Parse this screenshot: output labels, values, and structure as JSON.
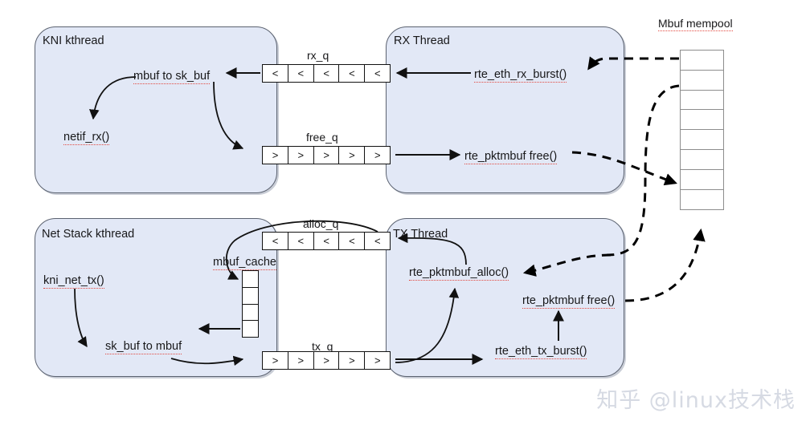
{
  "diagram": {
    "title_mempool": "Mbuf mempool",
    "watermark": "知乎 @linux技术栈",
    "colors": {
      "box_fill": "#e2e8f6",
      "box_stroke": "#5b6270",
      "cell_stroke": "#111111",
      "pool_cell_stroke": "#8d8d8d",
      "arrow_solid": "#111111",
      "arrow_dashed": "#000000",
      "spell_red": "#e2483f",
      "spell_green": "#3f9a49",
      "watermark": "#d6dae3"
    },
    "boxes": [
      {
        "id": "kni-kthread",
        "title": "KNI kthread"
      },
      {
        "id": "rx-thread",
        "title": "RX Thread"
      },
      {
        "id": "net-stack-kthread",
        "title": "Net Stack kthread"
      },
      {
        "id": "tx-thread",
        "title": "TX Thread"
      }
    ],
    "kni_kthread": {
      "title": "KNI kthread",
      "node_convert": "mbuf to sk_buf",
      "node_netif_rx": "netif_rx()"
    },
    "rx_thread": {
      "title": "RX Thread",
      "node_rx_burst": "rte_eth_rx_burst()",
      "node_pktmbuf_free": "rte_pktmbuf free()"
    },
    "net_stack": {
      "title": "Net Stack kthread",
      "node_kni_net_tx": "kni_net_tx()",
      "node_convert": "sk_buf to mbuf",
      "node_mbuf_cache": "mbuf_cache",
      "mbuf_cache_cells": 4
    },
    "tx_thread": {
      "title": "TX Thread",
      "node_pktmbuf_alloc": "rte_pktmbuf_alloc()",
      "node_pktmbuf_free": "rte_pktmbuf free()",
      "node_tx_burst": "rte_eth_tx_burst()"
    },
    "mempool": {
      "label": "Mbuf mempool",
      "cells": 8
    },
    "queues": [
      {
        "id": "rx_q",
        "label": "rx_q",
        "glyph": "<",
        "cells": 5
      },
      {
        "id": "free_q",
        "label": "free_q",
        "glyph": ">",
        "cells": 5
      },
      {
        "id": "alloc_q",
        "label": "alloc_q",
        "glyph": "<",
        "cells": 5
      },
      {
        "id": "tx_q",
        "label": "tx_q",
        "glyph": ">",
        "cells": 5
      }
    ]
  }
}
